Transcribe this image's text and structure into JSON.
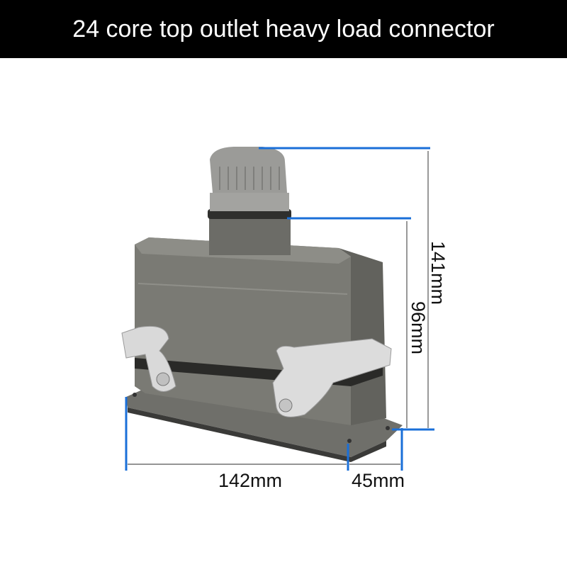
{
  "title": "24 core top outlet heavy load connector",
  "dimensions": {
    "width": "142mm",
    "depth": "45mm",
    "total_height": "141mm",
    "body_height": "96mm"
  },
  "colors": {
    "banner": "#000000",
    "dimension_line": "#1a6fd8",
    "housing": "#7a7a74"
  }
}
